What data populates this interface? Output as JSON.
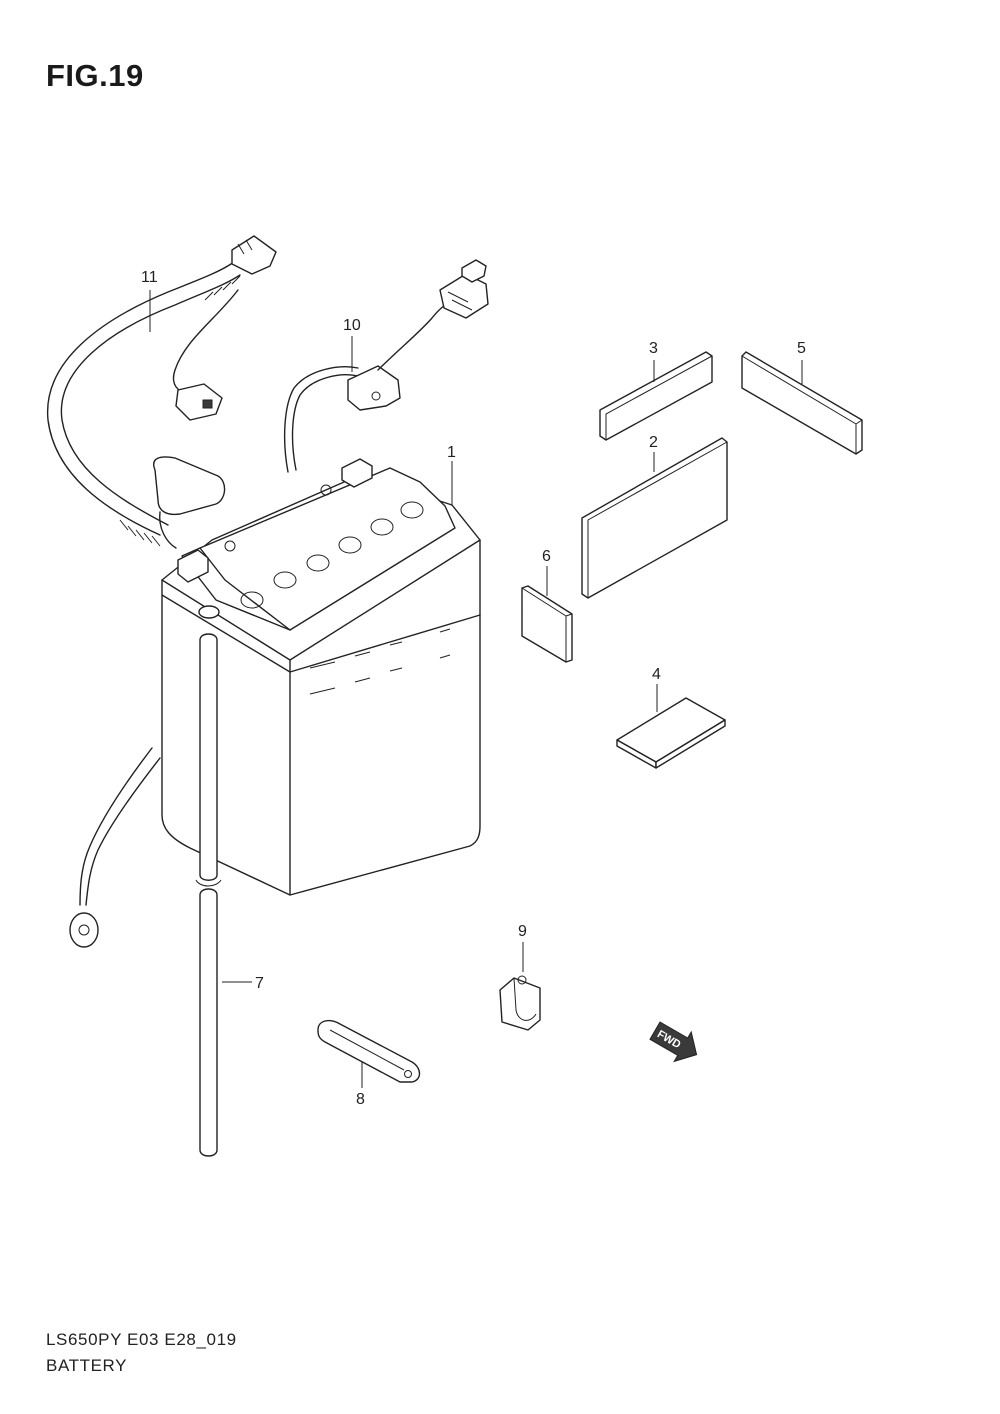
{
  "figure": {
    "title": "FIG.19"
  },
  "footer": {
    "model_code": "LS650PY E03 E28_019",
    "section_name": "BATTERY"
  },
  "callouts": [
    "1",
    "2",
    "3",
    "4",
    "5",
    "6",
    "7",
    "8",
    "9",
    "10",
    "11"
  ],
  "fwd_arrow": {
    "label": "FWD"
  },
  "colors": {
    "line": "#222222",
    "background": "#ffffff"
  }
}
